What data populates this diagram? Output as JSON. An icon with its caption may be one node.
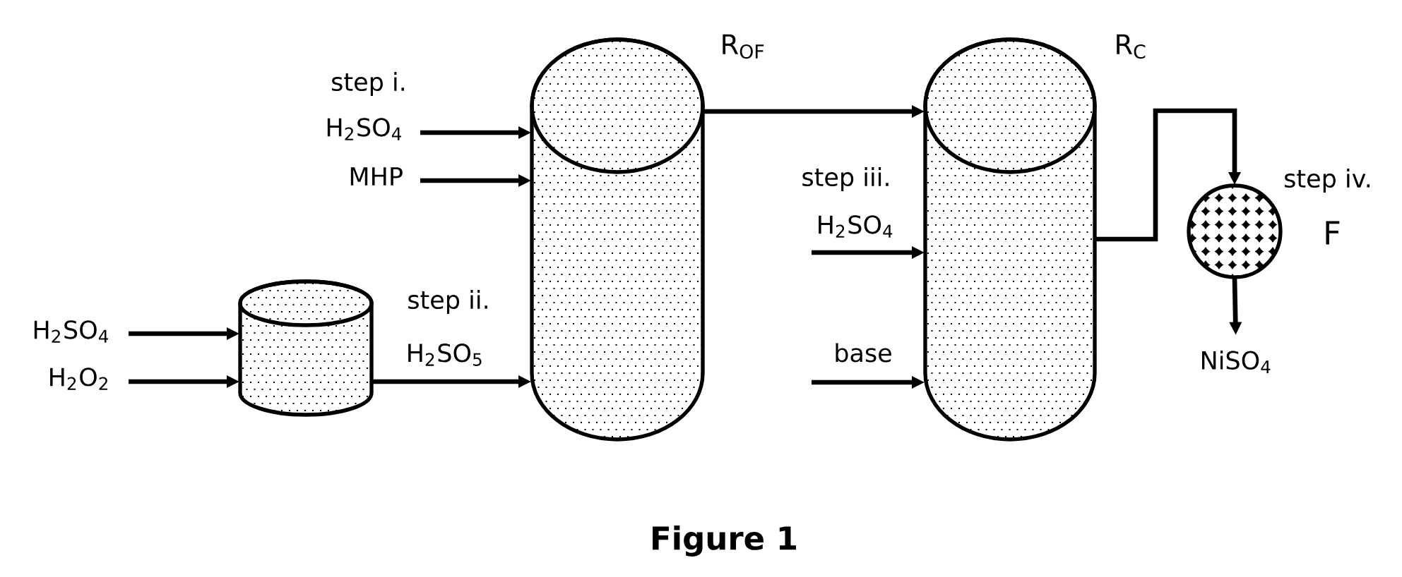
{
  "diagram": {
    "caption": "Figure 1",
    "nodes": [
      {
        "text": [
          "H$_{2}$SO$_{4}$"
        ]
      },
      {
        "text": [
          "MHP"
        ]
      },
      {
        "text": [
          "H$_{2}$SO$_{4}$"
        ]
      },
      {
        "text": [
          "H$_{2}$O$_{2}$"
        ]
      },
      {
        "text": [],
        "shape": "cylinder"
      },
      {
        "text": [
          "R$_{OF}$"
        ]
      },
      {
        "text": [
          "R$_{C}$"
        ]
      },
      {
        "text": [
          "F"
        ]
      },
      {
        "text": [
          "NiSO$_{4}$"
        ]
      }
    ],
    "edges": [
      {
        "from": 0,
        "to": 5,
        "arrow": "to"
      },
      {
        "from": 1,
        "to": 5,
        "arrow": "to"
      },
      {
        "from": 2,
        "to": 4,
        "arrow": "to"
      },
      {
        "from": 3,
        "to": 4,
        "arrow": "to"
      },
      {
        "from": 4,
        "to": 5,
        "arrow": "to",
        "label": "H$_{2}$SO$_{5}$"
      },
      {
        "from": 5,
        "to": 6,
        "arrow": "to"
      },
      {
        "from": null,
        "to": 6,
        "arrow": "to",
        "label": "H$_{2}$SO$_{4}$"
      },
      {
        "from": null,
        "to": 6,
        "arrow": "to",
        "label": "base"
      },
      {
        "from": 6,
        "to": 7,
        "arrow": "to"
      },
      {
        "from": 7,
        "to": 8,
        "arrow": "to"
      }
    ],
    "labels": [
      "step i.",
      "step ii.",
      "step iii.",
      "step iv."
    ]
  }
}
